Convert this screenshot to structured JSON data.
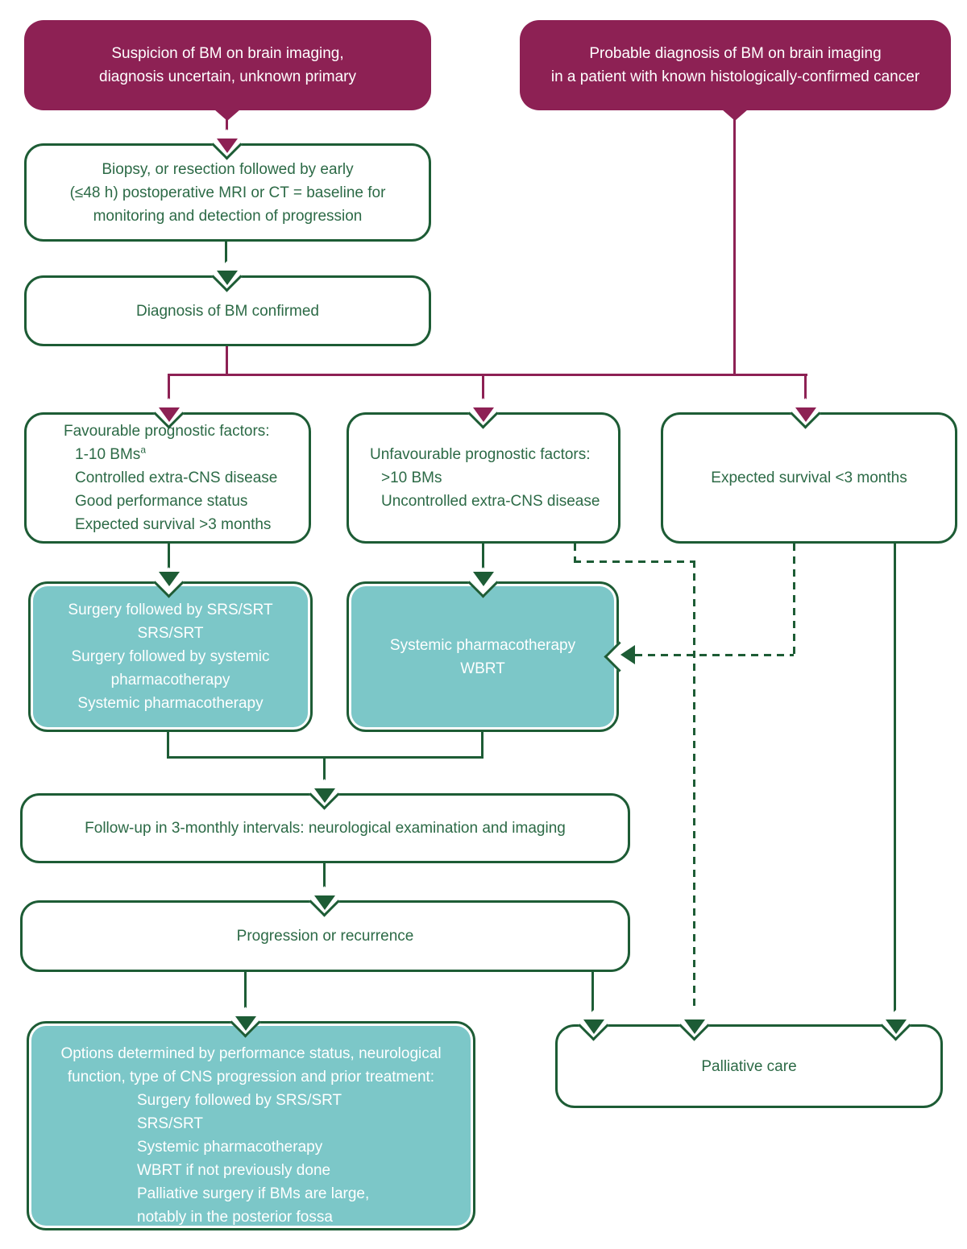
{
  "colors": {
    "maroon": "#8d2154",
    "green": "#1d5c35",
    "green_text": "#2c6a46",
    "teal": "#7cc7c8",
    "background": "#ffffff"
  },
  "nodes": {
    "suspicion": {
      "lines": [
        "Suspicion of BM on brain imaging,",
        "diagnosis uncertain, unknown primary"
      ]
    },
    "probable": {
      "lines": [
        "Probable diagnosis of BM on brain imaging",
        "in a patient with known histologically-confirmed cancer"
      ]
    },
    "biopsy": {
      "lines": [
        "Biopsy, or resection followed by early",
        "(≤48 h) postoperative MRI or CT = baseline for",
        "monitoring and detection of progression"
      ]
    },
    "diagnosis": {
      "label": "Diagnosis of BM confirmed"
    },
    "favourable": {
      "title": "Favourable prognostic factors:",
      "item0": "1-10 BMs",
      "item0_sup": "a",
      "items": [
        "Controlled extra-CNS disease",
        "Good performance status",
        "Expected survival >3 months"
      ]
    },
    "unfavourable": {
      "title": "Unfavourable prognostic factors:",
      "items": [
        ">10 BMs",
        "Uncontrolled extra-CNS disease"
      ]
    },
    "expected": {
      "label": "Expected survival <3 months"
    },
    "surgery_srs": {
      "lines": [
        "Surgery followed by SRS/SRT",
        "SRS/SRT",
        "Surgery followed by systemic pharmacotherapy",
        "Systemic pharmacotherapy"
      ]
    },
    "systemic_wbrt": {
      "lines": [
        "Systemic pharmacotherapy",
        "WBRT"
      ]
    },
    "followup": {
      "label": "Follow-up in 3-monthly intervals: neurological examination and imaging"
    },
    "progression": {
      "label": "Progression or recurrence"
    },
    "options": {
      "intro": [
        "Options determined by performance status, neurological",
        "function, type of CNS progression and prior treatment:"
      ],
      "items": [
        "Surgery followed by SRS/SRT",
        "SRS/SRT",
        "Systemic pharmacotherapy",
        "WBRT if not previously done",
        "Palliative surgery if BMs are large,",
        "notably in the posterior fossa"
      ]
    },
    "palliative": {
      "label": "Palliative care"
    }
  }
}
